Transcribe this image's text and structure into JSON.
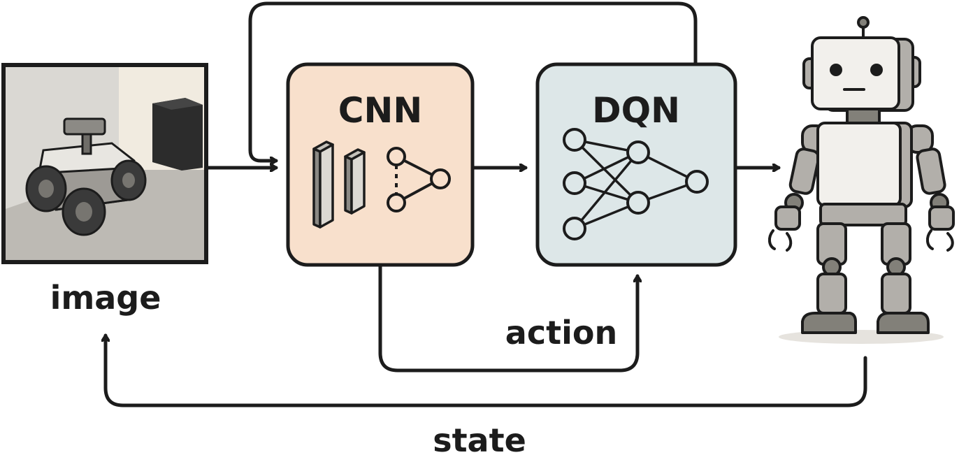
{
  "blocks": {
    "cnn": {
      "label": "CNN",
      "fill": "#f8e0cc"
    },
    "dqn": {
      "label": "DQN",
      "fill": "#dde7e8"
    }
  },
  "labels": {
    "image": "image",
    "action": "action",
    "state": "state"
  },
  "colors": {
    "stroke": "#1c1c1c",
    "robot_light": "#f2f0ec",
    "robot_mid": "#b2afaa",
    "robot_dark": "#828079",
    "photo_bg": "#c9c7c2",
    "photo_wall": "#f1ebe0"
  },
  "icons": [
    "robot-car-photo",
    "humanoid-robot-icon",
    "conv-layers-icon",
    "pooling-graph-icon",
    "neural-network-icon"
  ]
}
